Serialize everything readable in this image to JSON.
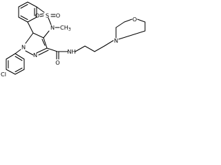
{
  "structure": {
    "atoms": {
      "s": "S",
      "o_left": "O",
      "o_right": "O",
      "n_sultam": "N",
      "methyl": "CH",
      "methyl_sub": "3",
      "n1": "N",
      "n2": "N",
      "amide_n": "N",
      "amide_h": "H",
      "amide_o": "O",
      "cl": "Cl",
      "morph_n": "N",
      "morph_o": "O"
    }
  }
}
